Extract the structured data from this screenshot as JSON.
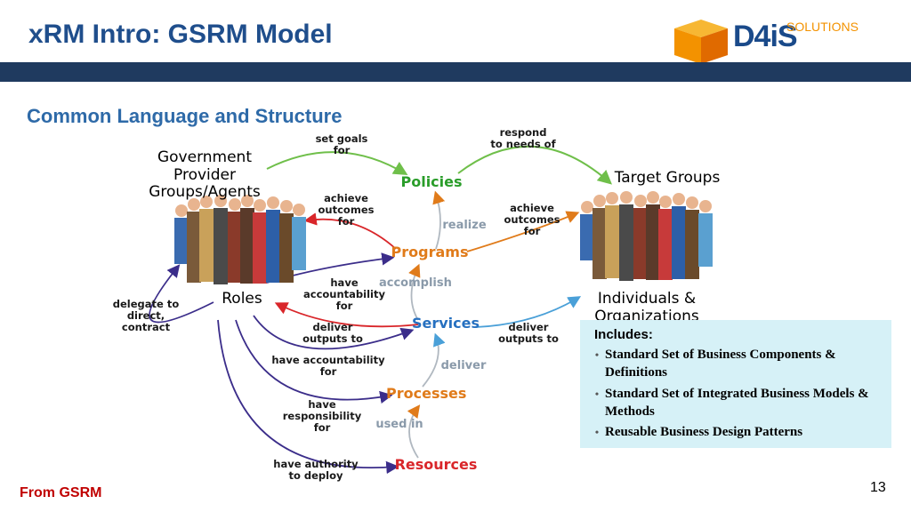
{
  "header": {
    "title": "xRM Intro: GSRM Model",
    "logo_text": "D4iS",
    "logo_subtext": "SOLUTIONS"
  },
  "subtitle": "Common Language and Structure",
  "diagram": {
    "government_provider": "Government Provider\nGroups/Agents",
    "target_groups": "Target Groups",
    "individuals_orgs": "Individuals & Organizations",
    "roles": "Roles",
    "policies": "Policies",
    "programs": "Programs",
    "services": "Services",
    "processes": "Processes",
    "resources": "Resources",
    "set_goals_for": "set goals\nfor",
    "respond_to_needs_of": "respond\nto needs of",
    "achieve_outcomes_for_left": "achieve\noutcomes\nfor",
    "achieve_outcomes_for_right": "achieve\noutcomes\nfor",
    "realize": "realize",
    "accomplish": "accomplish",
    "have_accountability_for": "have\naccountability\nfor",
    "deliver_outputs_to_left": "deliver\noutputs to",
    "deliver_outputs_to_right": "deliver\noutputs to",
    "have_accountability_for_2": "have accountability\nfor",
    "deliver": "deliver",
    "have_responsibility_for": "have responsibility\nfor",
    "used_in": "used in",
    "have_authority_to_deploy": "have authority\nto deploy",
    "delegate_to": "delegate to\ndirect,\ncontract"
  },
  "includes": {
    "heading": "Includes:",
    "items": [
      "Standard Set of Business Components & Definitions",
      "Standard Set of Integrated Business Models & Methods",
      "Reusable Business Design Patterns"
    ]
  },
  "footer": "From GSRM",
  "page_number": "13",
  "colors": {
    "title": "#1f4e8c",
    "bar": "#1f3a5f",
    "subtitle": "#2e6aa8",
    "policies": "#2a9d2a",
    "programs": "#e07b1a",
    "services": "#2670c0",
    "processes": "#e07b1a",
    "resources": "#d9262a",
    "includes_bg": "#d6f1f7",
    "footer": "#c00000"
  }
}
